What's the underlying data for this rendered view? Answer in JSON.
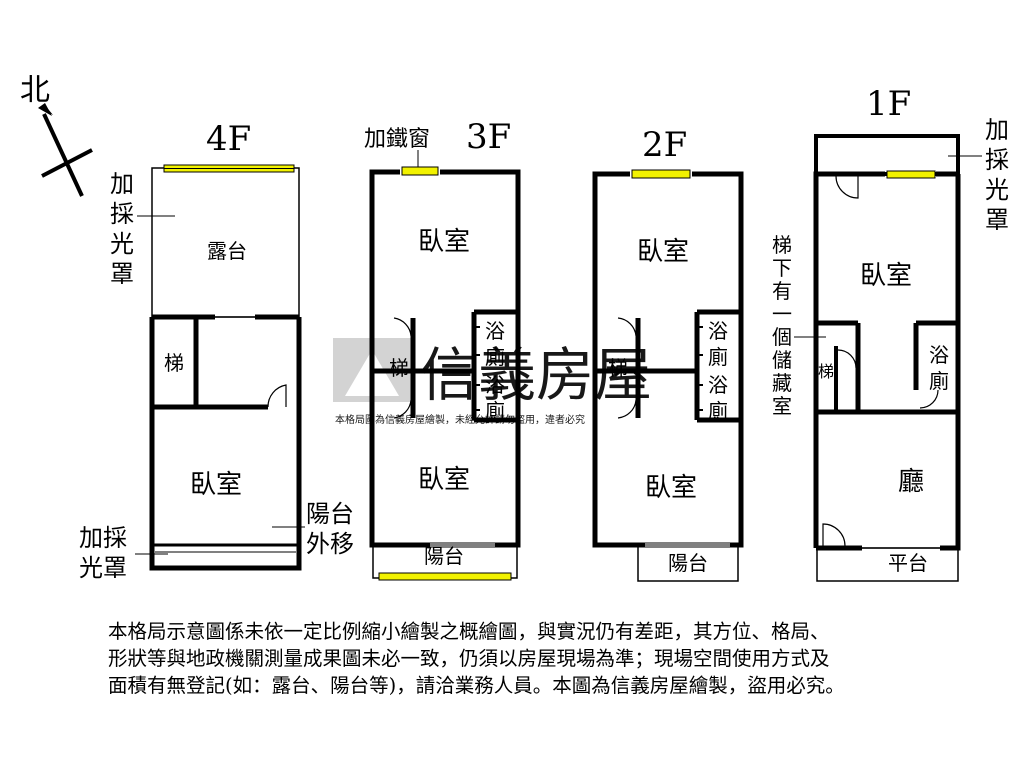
{
  "compass": {
    "north_label": "北"
  },
  "floors": {
    "f4": {
      "title": "4F",
      "terrace": "露台",
      "stair": "梯",
      "bedroom": "臥室",
      "skylight_top": [
        "加",
        "採",
        "光",
        "罩"
      ],
      "skylight_bottom": [
        "加採",
        "光罩"
      ],
      "balcony_moved": [
        "陽台",
        "外移"
      ]
    },
    "f3": {
      "title": "3F",
      "iron_window": "加鐵窗",
      "bedroom_top": "臥室",
      "bedroom_bottom": "臥室",
      "stair": "梯",
      "bath1": [
        "浴",
        "廁"
      ],
      "bath2": [
        "浴",
        "廁"
      ],
      "balcony": "陽台"
    },
    "f2": {
      "title": "2F",
      "bedroom_top": "臥室",
      "bedroom_bottom": "臥室",
      "stair": "梯",
      "bath1": [
        "浴",
        "廁"
      ],
      "bath2": [
        "浴",
        "廁"
      ],
      "balcony": "陽台"
    },
    "f1": {
      "title": "1F",
      "skylight": [
        "加",
        "採",
        "光",
        "罩"
      ],
      "storage_note": [
        "梯",
        "下",
        "有",
        "一",
        "個",
        "儲",
        "藏",
        "室"
      ],
      "bedroom": "臥室",
      "stair": "梯",
      "bath": [
        "浴",
        "廁"
      ],
      "living": "廳",
      "platform": "平台"
    }
  },
  "watermark": {
    "brand": "信義房屋",
    "small": "本格局圖為信義房屋繪製，未經允許請勿盜用，違者必究"
  },
  "disclaimer": [
    "本格局示意圖係未依一定比例縮小繪製之概繪圖，與實況仍有差距，其方位、格局、",
    "形狀等與地政機關測量成果圖未必一致，仍須以房屋現場為準；現場空間使用方式及",
    "面積有無登記(如：露台、陽台等)，請洽業務人員。本圖為信義房屋繪製，盜用必究。"
  ],
  "colors": {
    "wall": "#000000",
    "window": "#f2f200",
    "watermark": "#c8c8c8"
  }
}
